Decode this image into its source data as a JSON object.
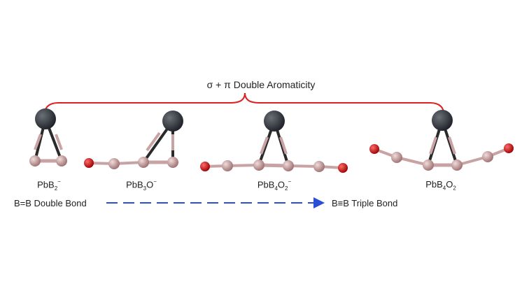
{
  "bracket_label": "σ + π Double Aromaticity",
  "bond_left": "B=B Double Bond",
  "bond_right": "B≡B Triple Bond",
  "molecules": [
    {
      "name": "PbB2-",
      "parts": [
        [
          "PbB",
          ""
        ],
        [
          "2",
          "sub"
        ],
        [
          "−",
          "sup"
        ]
      ]
    },
    {
      "name": "PbB3O-",
      "parts": [
        [
          "PbB",
          ""
        ],
        [
          "3",
          "sub"
        ],
        [
          "O",
          ""
        ],
        [
          "−",
          "sup"
        ]
      ]
    },
    {
      "name": "PbB4O2-",
      "parts": [
        [
          "PbB",
          ""
        ],
        [
          "4",
          "sub"
        ],
        [
          "O",
          ""
        ],
        [
          "2",
          "sub"
        ],
        [
          "−",
          "sup"
        ]
      ]
    },
    {
      "name": "PbB4O2",
      "parts": [
        [
          "PbB",
          ""
        ],
        [
          "4",
          "sub"
        ],
        [
          "O",
          ""
        ],
        [
          "2",
          "sub"
        ]
      ]
    }
  ],
  "colors": {
    "bracket": "#e02020",
    "arrow": "#2a4fd6",
    "pb_atom": "#2c3038",
    "b_atom": "#c79a9a",
    "o_atom": "#cc1111",
    "bond": "#c9a3a3"
  }
}
